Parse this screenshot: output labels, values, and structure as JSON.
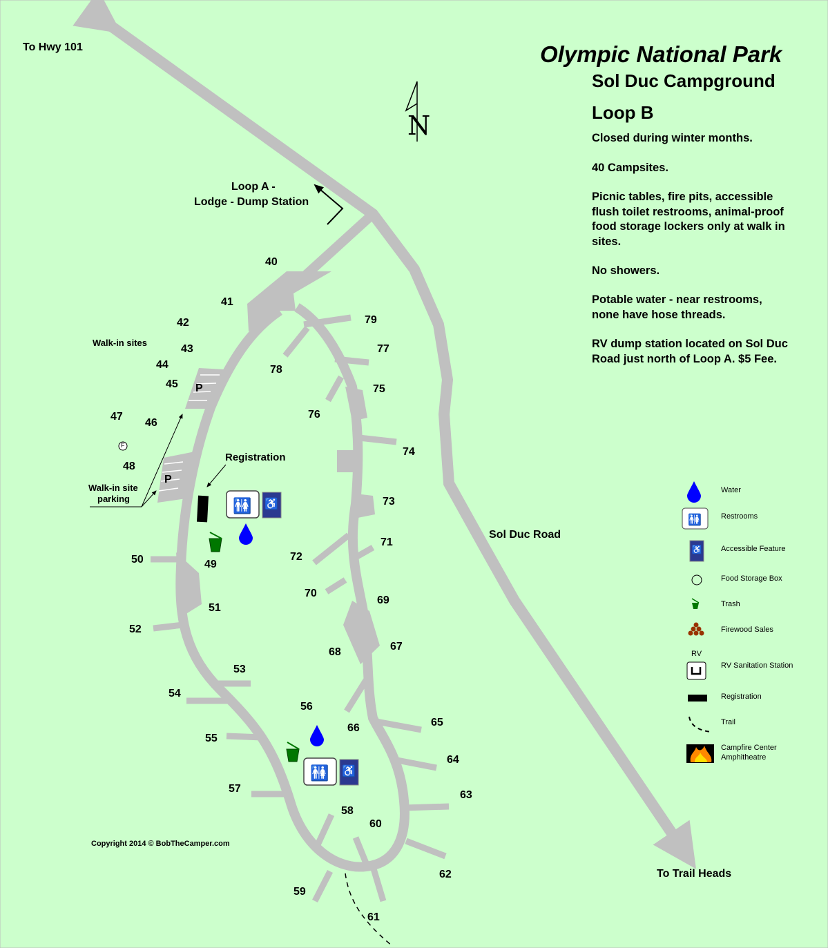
{
  "header": {
    "title": "Olympic National Park",
    "subtitle": "Sol Duc Campground",
    "loop": "Loop B"
  },
  "info": [
    "Closed during winter months.",
    "40 Campsites.",
    "Picnic tables, fire pits, accessible flush toilet restrooms, animal-proof food storage lockers only at walk in sites.",
    "No showers.",
    "Potable water - near restrooms, none have hose threads.",
    "RV dump station located on Sol Duc Road just north of Loop A. $5 Fee."
  ],
  "labels": {
    "hwy": "To Hwy 101",
    "loop_a_1": "Loop A -",
    "loop_a_2": "Lodge - Dump Station",
    "sol_duc_road": "Sol Duc Road",
    "trail_heads": "To Trail Heads",
    "walk_in_sites": "Walk-in sites",
    "walk_in_parking_1": "Walk-in site",
    "walk_in_parking_2": "parking",
    "registration": "Registration",
    "parking": "P",
    "north": "N",
    "food_box": "F",
    "copyright": "Copyright 2014 © BobTheCamper.com"
  },
  "sites": [
    "40",
    "41",
    "42",
    "43",
    "44",
    "45",
    "46",
    "47",
    "48",
    "49",
    "50",
    "51",
    "52",
    "53",
    "54",
    "55",
    "56",
    "57",
    "58",
    "59",
    "60",
    "61",
    "62",
    "63",
    "64",
    "65",
    "66",
    "67",
    "68",
    "69",
    "70",
    "71",
    "72",
    "73",
    "74",
    "75",
    "76",
    "77",
    "78",
    "79"
  ],
  "legend": [
    {
      "icon": "water-drop-icon",
      "label": "Water"
    },
    {
      "icon": "restrooms-icon",
      "label": "Restrooms"
    },
    {
      "icon": "accessible-icon",
      "label": "Accessible Feature"
    },
    {
      "icon": "food-storage-icon",
      "label": "Food Storage Box"
    },
    {
      "icon": "trash-icon",
      "label": "Trash"
    },
    {
      "icon": "firewood-icon",
      "label": "Firewood Sales"
    },
    {
      "icon": "rv-sanitation-icon",
      "label": "RV Sanitation Station",
      "prefix": "RV"
    },
    {
      "icon": "registration-icon",
      "label": "Registration"
    },
    {
      "icon": "trail-icon",
      "label": "Trail"
    },
    {
      "icon": "campfire-icon",
      "label": "Campfire Center Amphitheatre"
    }
  ],
  "colors": {
    "background": "#ccffcc",
    "road": "#c0c0c0",
    "water": "#0000ff",
    "trash": "#007700",
    "accessible": "#2b3990",
    "firewood": "#993300"
  }
}
